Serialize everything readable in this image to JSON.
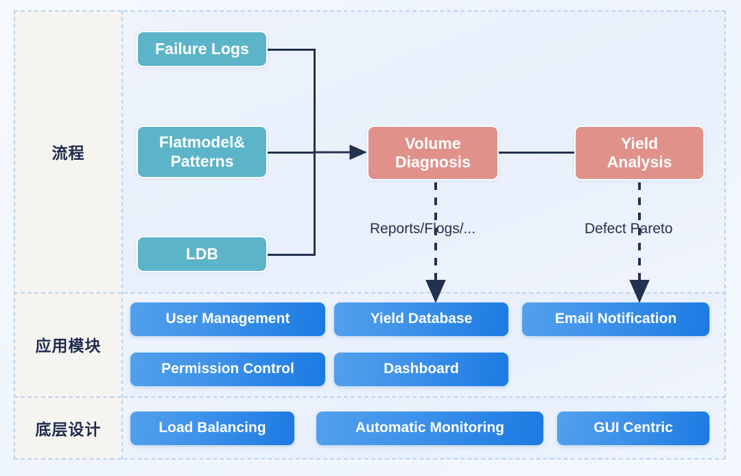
{
  "diagram": {
    "rows": [
      {
        "label": "流程",
        "name": "process"
      },
      {
        "label": "应用模块",
        "name": "application-modules"
      },
      {
        "label": "底层设计",
        "name": "underlying-design"
      }
    ],
    "colors": {
      "teal": "#5cb4c9",
      "salmon": "#e0918a",
      "blue_from": "#52a0ec",
      "blue_to": "#1c7ae2",
      "connector": "#23304f",
      "dashed_border": "#b6d3f2",
      "label_column_bg": "#f6f4f0"
    },
    "process": {
      "sources": [
        {
          "label": "Failure Logs",
          "name": "failure-logs"
        },
        {
          "label": "Flatmodel&\nPatterns",
          "name": "flatmodel-patterns"
        },
        {
          "label": "LDB",
          "name": "ldb"
        }
      ],
      "stages": [
        {
          "label": "Volume\nDiagnosis",
          "name": "volume-diagnosis"
        },
        {
          "label": "Yield\nAnalysis",
          "name": "yield-analysis"
        }
      ],
      "annotations": [
        {
          "label": "Reports/Flogs/...",
          "name": "reports-flogs-annotation"
        },
        {
          "label": "Defect Pareto",
          "name": "defect-pareto-annotation"
        }
      ]
    },
    "application_modules": [
      {
        "label": "User Management",
        "name": "user-management"
      },
      {
        "label": "Yield Database",
        "name": "yield-database"
      },
      {
        "label": "Email Notification",
        "name": "email-notification"
      },
      {
        "label": "Permission Control",
        "name": "permission-control"
      },
      {
        "label": "Dashboard",
        "name": "dashboard"
      }
    ],
    "underlying_design": [
      {
        "label": "Load Balancing",
        "name": "load-balancing"
      },
      {
        "label": "Automatic Monitoring",
        "name": "automatic-monitoring"
      },
      {
        "label": "GUI Centric",
        "name": "gui-centric"
      }
    ]
  }
}
